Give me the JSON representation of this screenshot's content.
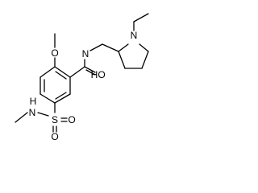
{
  "molecule": {
    "atoms": {
      "methoxy_oxygen": "O",
      "amide_nitrogen": "N",
      "amide_hydrogen": "H",
      "carbonyl_oxygen": "O",
      "pyrrolidine_nitrogen": "N",
      "sulfonamide_nitrogen": "N",
      "sulfonamide_hydrogen": "H",
      "sulfur": "S",
      "sulfonyl_oxygen_right": "O",
      "sulfonyl_oxygen_bottom": "O"
    }
  }
}
